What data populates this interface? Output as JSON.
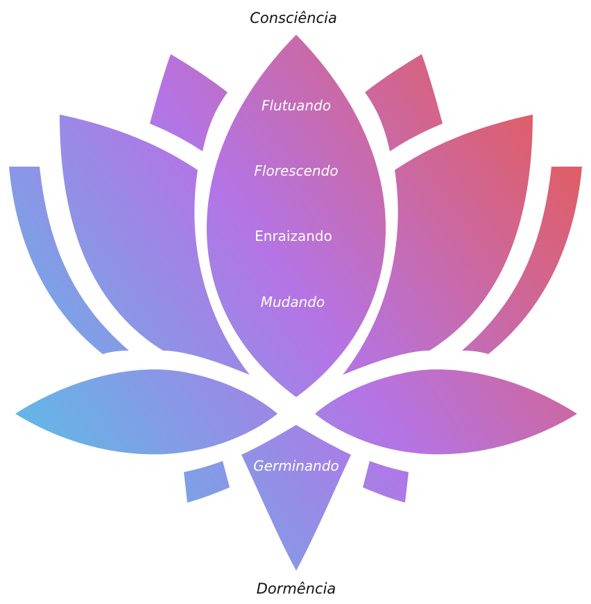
{
  "title": "Lotus stages diagram",
  "top_label": "Consciência",
  "bottom_label": "Dormência",
  "stages": [
    {
      "label": "Flutuando",
      "italic": true
    },
    {
      "label": "Florescendo",
      "italic": true
    },
    {
      "label": "Enraizando",
      "italic": false
    },
    {
      "label": "Mudando",
      "italic": true
    },
    {
      "label": "Germinando",
      "italic": true
    }
  ],
  "gradient": {
    "direction": "bottom-left to top-right",
    "colors": [
      "#5bbde6",
      "#b474e6",
      "#e35c5c"
    ]
  }
}
